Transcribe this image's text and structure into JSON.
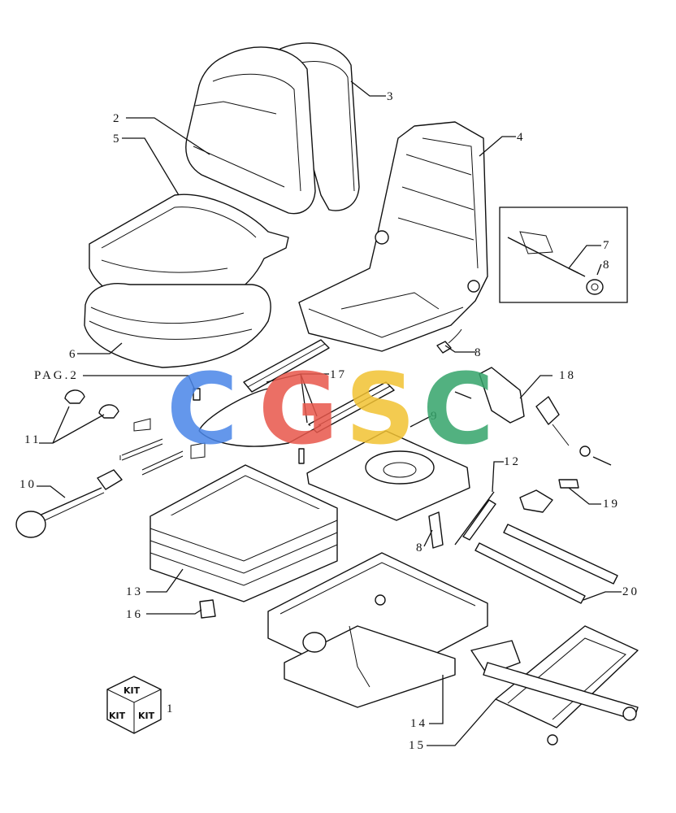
{
  "labels": {
    "l1": "1",
    "l2": "2",
    "l3": "3",
    "l4": "4",
    "l5": "5",
    "l6": "6",
    "l7": "7",
    "l8a": "8",
    "l8b": "8",
    "l8c": "8",
    "l9": "9",
    "l10": "10",
    "l11": "11",
    "l12": "12",
    "l13": "13",
    "l14": "14",
    "l15": "15",
    "l16": "16",
    "l17": "17",
    "l18": "18",
    "l19": "19",
    "l20": "20",
    "pag": "PAG.2"
  },
  "kit_text": "KIT",
  "watermark": {
    "letters": [
      "C",
      "G",
      "S",
      "C"
    ],
    "colors": [
      "#4a86e8",
      "#e8574b",
      "#f2c232",
      "#34a46a"
    ]
  }
}
